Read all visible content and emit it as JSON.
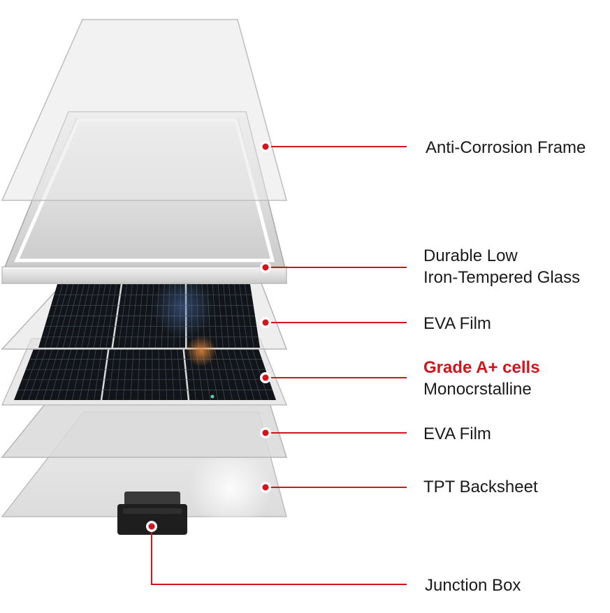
{
  "layers": [
    {
      "id": "frame",
      "lines": [
        "Anti-Corrosion Frame"
      ]
    },
    {
      "id": "glass",
      "lines": [
        "Durable Low",
        "Iron-Tempered Glass"
      ]
    },
    {
      "id": "eva_top",
      "lines": [
        "EVA Film"
      ]
    },
    {
      "id": "cells",
      "highlight": "Grade A+ cells",
      "lines": [
        "Monocrstalline"
      ]
    },
    {
      "id": "eva_bottom",
      "lines": [
        "EVA Film"
      ]
    },
    {
      "id": "backsheet",
      "lines": [
        "TPT Backsheet"
      ]
    },
    {
      "id": "junction",
      "lines": [
        "Junction Box"
      ]
    }
  ],
  "colors": {
    "leader_line": "#d0161c",
    "highlight_text": "#d0161c",
    "label_text": "#1a1a1a",
    "sheet": "#e6e6e6",
    "cells": "#111418"
  }
}
